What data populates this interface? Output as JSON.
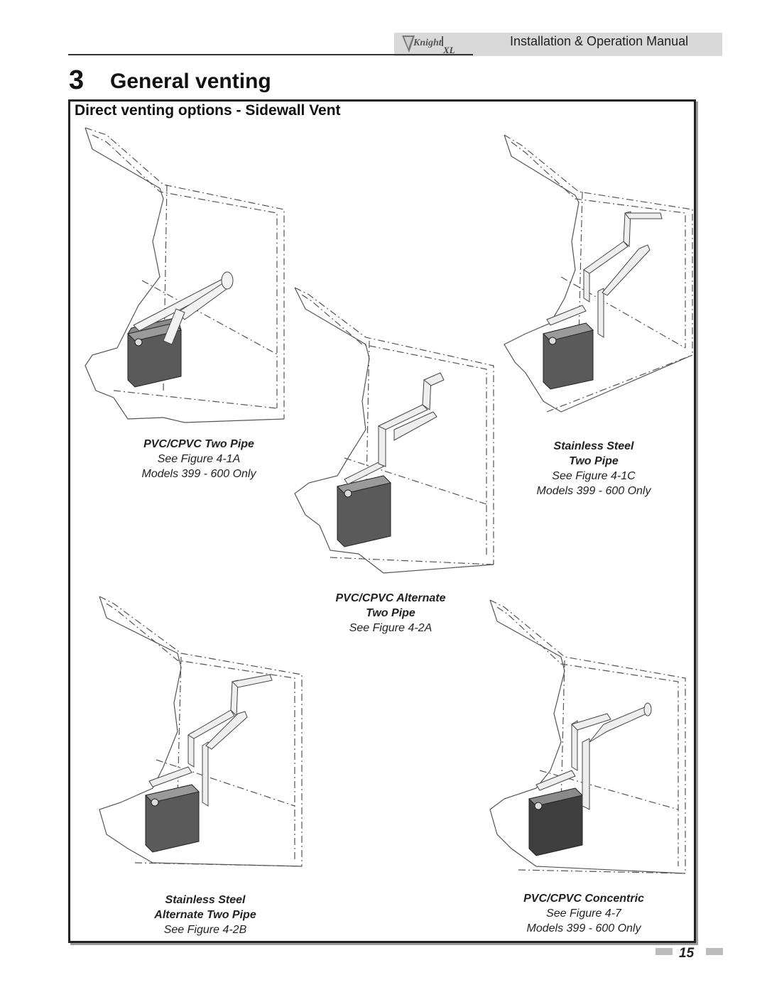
{
  "header": {
    "manual_title": "Installation & Operation Manual",
    "logo_name": "knight-xl-logo"
  },
  "section": {
    "number": "3",
    "title": "General venting"
  },
  "panel": {
    "title": "Direct venting options - Sidewall Vent"
  },
  "figures": [
    {
      "title": "PVC/CPVC Two Pipe",
      "ref": "See Figure 4-1A",
      "note": "Models 399 - 600 Only"
    },
    {
      "title_line1": "PVC/CPVC Alternate",
      "title_line2": "Two Pipe",
      "ref": "See Figure 4-2A"
    },
    {
      "title_line1": "Stainless Steel",
      "title_line2": "Two Pipe",
      "ref": "See Figure 4-1C",
      "note": "Models 399 - 600 Only"
    },
    {
      "title_line1": "Stainless Steel",
      "title_line2": "Alternate Two Pipe",
      "ref": "See Figure 4-2B"
    },
    {
      "title": "PVC/CPVC Concentric",
      "ref": "See Figure 4-7",
      "note": "Models 399 - 600 Only"
    }
  ],
  "footer": {
    "page_number": "15"
  }
}
